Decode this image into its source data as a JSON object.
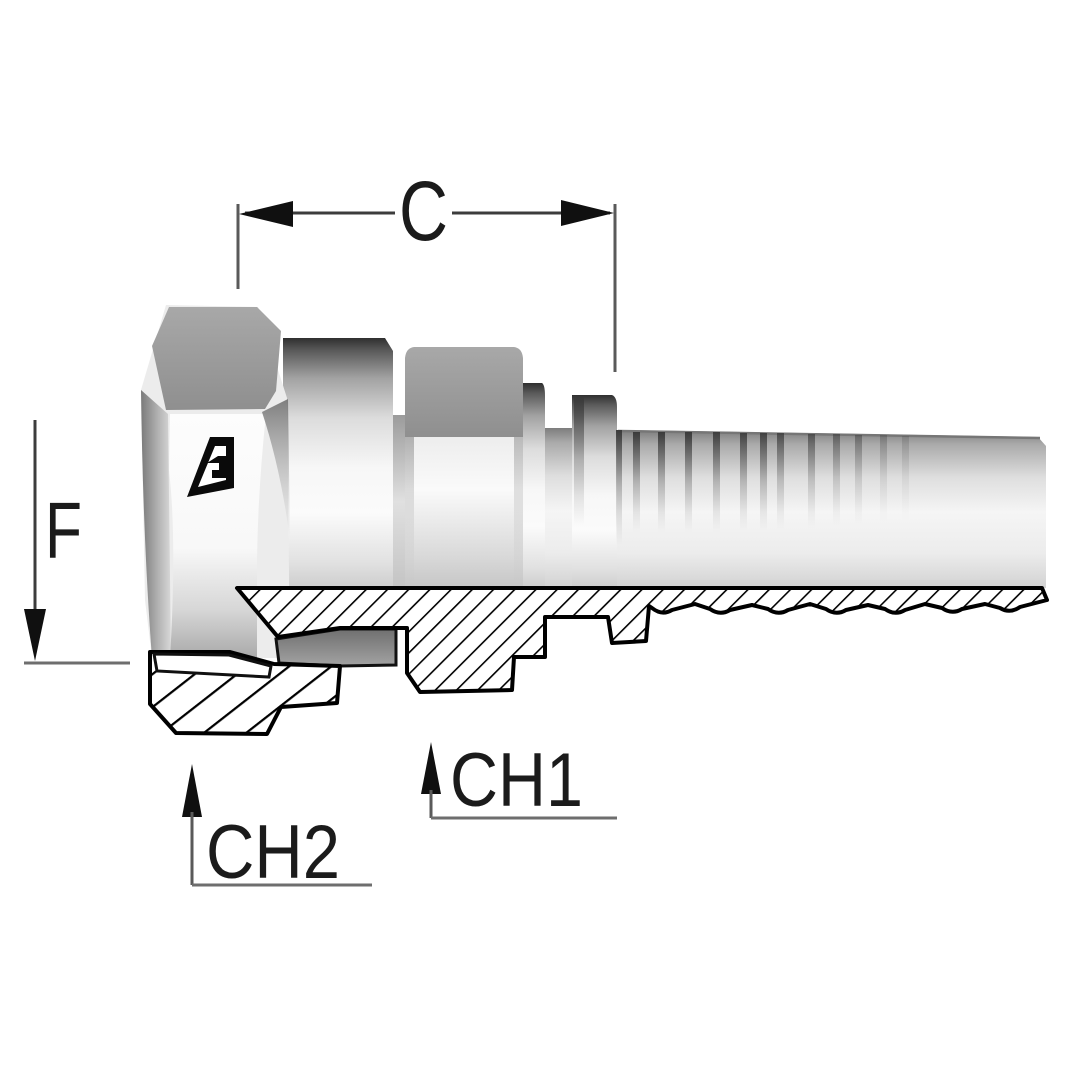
{
  "drawing": {
    "type": "technical-drawing",
    "subject": "Hydraulic hose insert fitting - female swivel hex nut with barbed shank, side view with half section",
    "background": "#ffffff"
  },
  "dimensions": {
    "c": {
      "label": "C"
    },
    "f": {
      "label": "F"
    },
    "ch1": {
      "label": "CH1"
    },
    "ch2": {
      "label": "CH2"
    }
  },
  "logo": {
    "name": "manufacturer-mark",
    "shape": "stylized-A"
  },
  "colors": {
    "outline": "#000000",
    "hatch": "#000000",
    "arrow": "#101010",
    "dim_line": "#3c3c3c",
    "ext_line": "#5a5a5a",
    "facet_gray": "#a0a0a0",
    "groove_gray": "#808080",
    "metal_dark": "#2f2f2f",
    "metal_light": "#f8f8f8"
  }
}
